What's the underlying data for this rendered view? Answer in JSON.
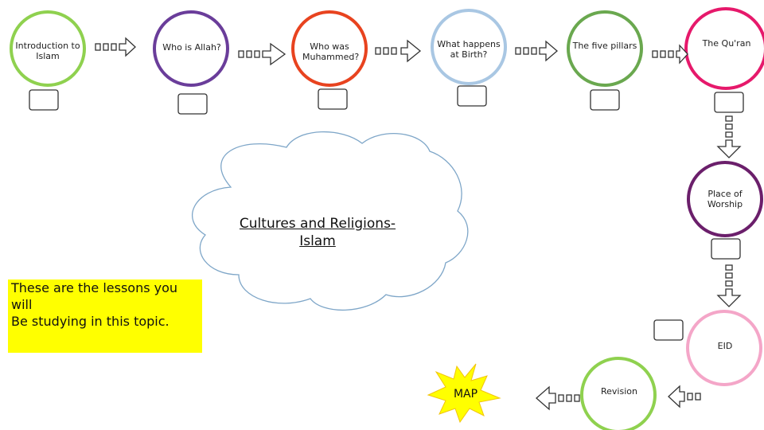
{
  "diagram_title": [
    "Cultures and Religions-",
    "Islam"
  ],
  "note": [
    "These are the lessons you",
    "will",
    "Be studying in this topic."
  ],
  "lessons": [
    {
      "label": "Introduction to Islam",
      "color": "#8fd14f"
    },
    {
      "label": "Who is Allah?",
      "color": "#6a3d9a"
    },
    {
      "label": "Who was Muhammed?",
      "color": "#e8431f"
    },
    {
      "label": "What happens at Birth?",
      "color": "#a9c7e3"
    },
    {
      "label": "The five pillars",
      "color": "#6aa84f"
    },
    {
      "label": "The Qu'ran",
      "color": "#e6196b"
    },
    {
      "label": "Place of Worship",
      "color": "#6b1f6b"
    },
    {
      "label": "EID",
      "color": "#f4a6c8"
    },
    {
      "label": "Revision",
      "color": "#8fd14f"
    }
  ],
  "star_label": "MAP",
  "colors": {
    "note_background": "#ffff00",
    "cloud_outline": "#7ea6c8",
    "star_fill": "#ffff00"
  }
}
